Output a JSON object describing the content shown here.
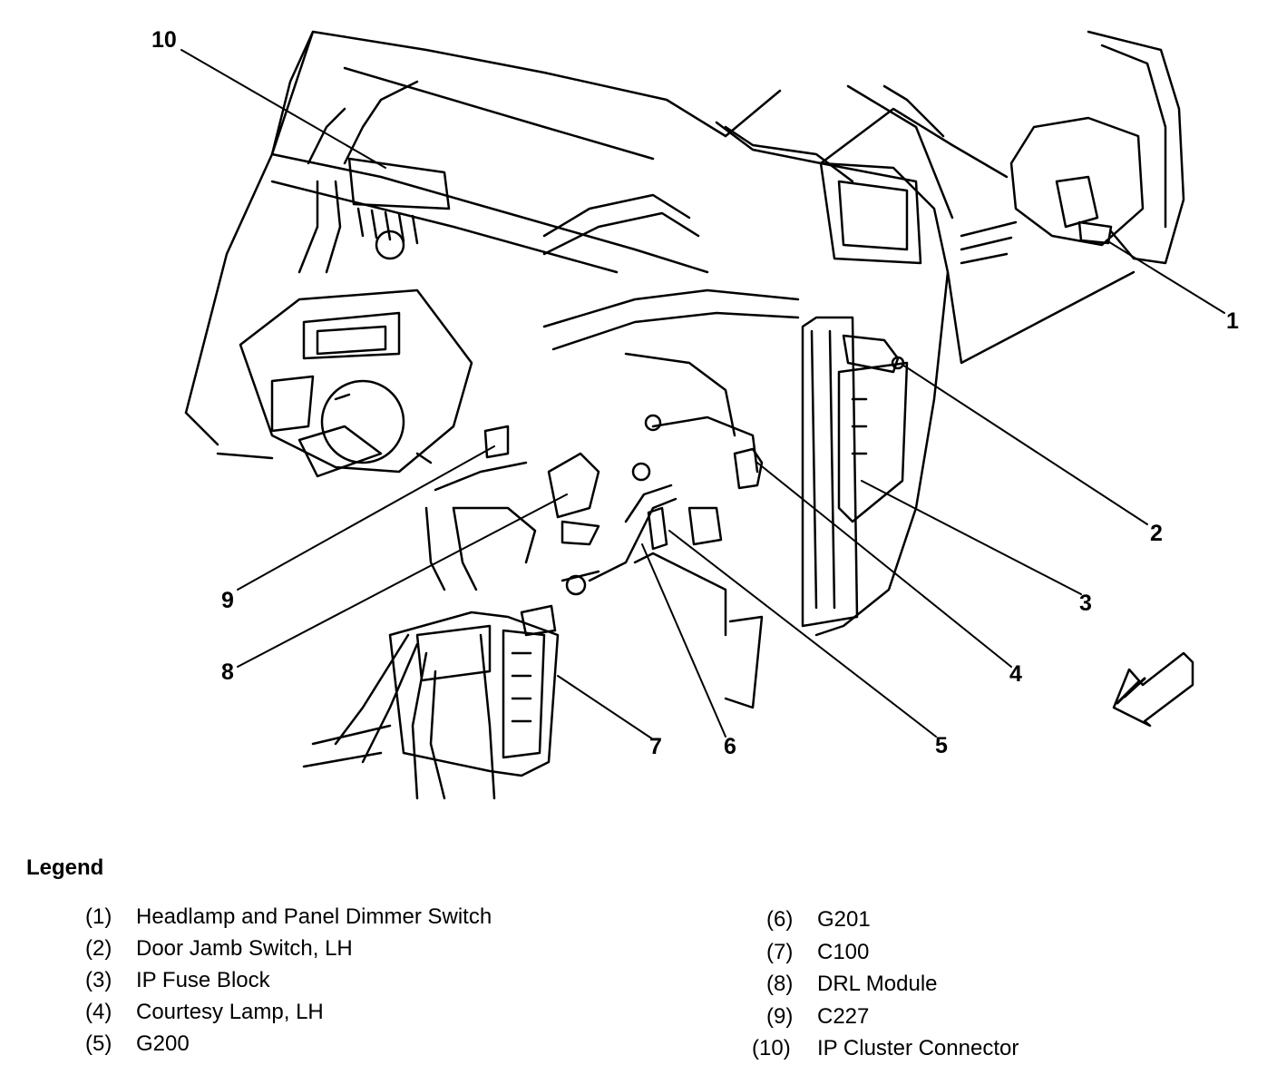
{
  "callouts": [
    "1",
    "2",
    "3",
    "4",
    "5",
    "6",
    "7",
    "8",
    "9",
    "10"
  ],
  "legend": {
    "title": "Legend",
    "left": [
      {
        "num": "(1)",
        "text": "Headlamp and Panel Dimmer Switch"
      },
      {
        "num": "(2)",
        "text": "Door Jamb Switch, LH"
      },
      {
        "num": "(3)",
        "text": "IP Fuse Block"
      },
      {
        "num": "(4)",
        "text": "Courtesy Lamp, LH"
      },
      {
        "num": "(5)",
        "text": "G200"
      }
    ],
    "right": [
      {
        "num": "(6)",
        "text": "G201"
      },
      {
        "num": "(7)",
        "text": "C100"
      },
      {
        "num": "(8)",
        "text": "DRL Module"
      },
      {
        "num": "(9)",
        "text": "C227"
      },
      {
        "num": "(10)",
        "text": "IP Cluster Connector"
      }
    ]
  }
}
